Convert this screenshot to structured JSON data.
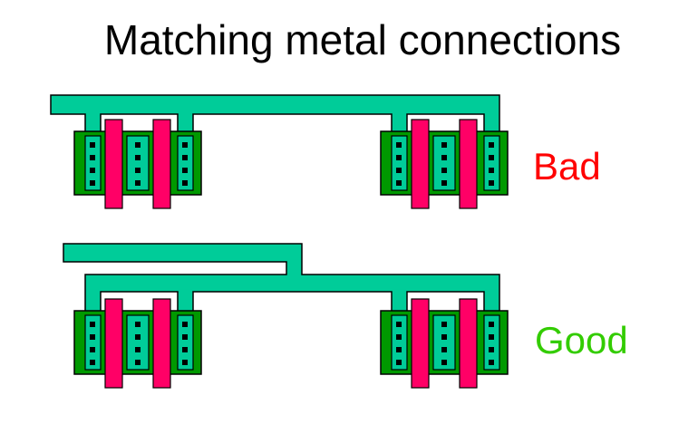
{
  "title": "Matching metal connections",
  "labels": {
    "bad": "Bad",
    "good": "Good"
  },
  "colors": {
    "metal": "#00CC99",
    "diffusion": "#009900",
    "poly": "#FF0066",
    "contact": "#000000",
    "outline": "#000000",
    "bad_label": "#FF0000",
    "good_label": "#33CC00",
    "background": "#FFFFFF"
  },
  "legend_semantics": {
    "metal": "metal-wire",
    "diffusion": "diffusion-region",
    "poly": "poly-gate",
    "contact": "contact-via"
  }
}
